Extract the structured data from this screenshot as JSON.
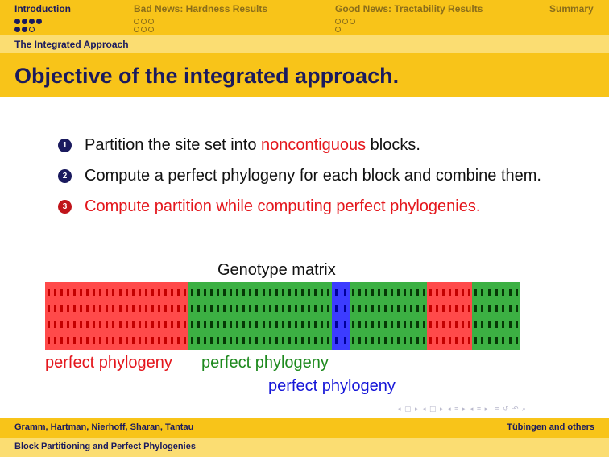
{
  "nav": {
    "sections": [
      "Introduction",
      "Bad News: Hardness Results",
      "Good News: Tractability Results",
      "Summary"
    ]
  },
  "subsection": "The Integrated Approach",
  "frame_title": "Objective of the integrated approach.",
  "items": [
    {
      "number": "1",
      "text_before": "Partition the site set into ",
      "highlight": "noncontiguous",
      "text_after": " blocks."
    },
    {
      "number": "2",
      "text": "Compute a perfect phylogeny for each block and combine them."
    },
    {
      "number": "3",
      "text": "Compute partition while computing perfect phylogenies."
    }
  ],
  "matrix": {
    "title": "Genotype matrix",
    "colors": {
      "red": "#ff4a4a",
      "green": "#3cb043",
      "blue": "#3c3cff",
      "red_cell": "#c40000",
      "green_cell": "#063806",
      "blue_cell": "#00009a"
    }
  },
  "labels": {
    "red": "perfect phylogeny",
    "green": "perfect phylogeny",
    "blue": "perfect phylogeny"
  },
  "footer": {
    "authors": "Gramm, Hartman, Nierhoff, Sharan, Tantau",
    "institute": "Tübingen and others",
    "title": "Block Partitioning and Perfect Phylogenies"
  }
}
